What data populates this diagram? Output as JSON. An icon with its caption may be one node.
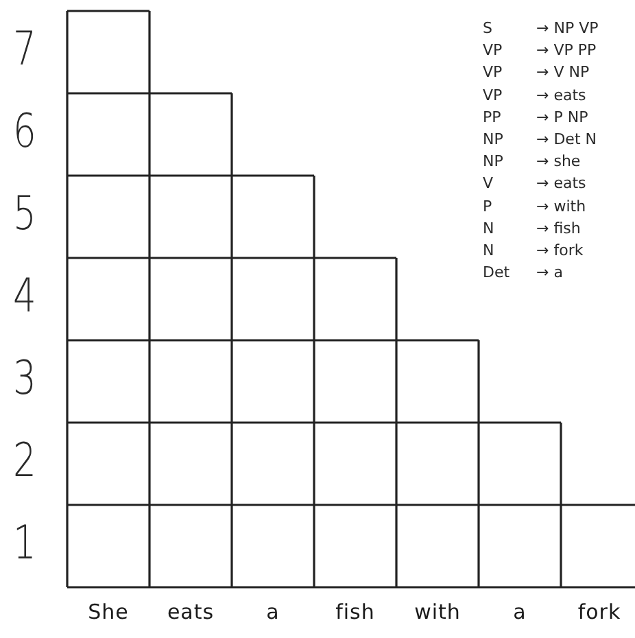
{
  "diagram": {
    "labels": [
      "7",
      "6",
      "5",
      "4",
      "3",
      "2",
      "1",
      "S",
      "→ NP VP",
      "VP",
      "→ VP PP",
      "VP",
      "→ V NP",
      "VP",
      "→ eats",
      "PP",
      "→ P NP",
      "NP",
      "→ Det N",
      "NP",
      "→ she",
      "V",
      "→ eats",
      "P",
      "→ with",
      "N",
      "→ fish",
      "N",
      "→ fork",
      "Det",
      "→ a",
      "She",
      "eats",
      "a",
      "fish",
      "with",
      "a",
      "fork"
    ]
  }
}
